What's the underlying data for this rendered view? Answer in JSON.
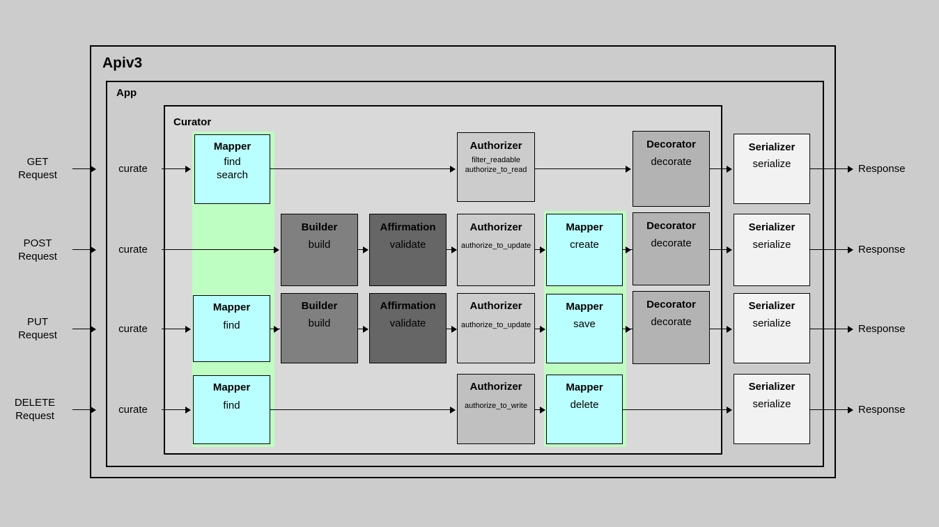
{
  "diagram": {
    "containers": [
      {
        "id": "apiv3",
        "label": "Apiv3"
      },
      {
        "id": "app",
        "label": "App"
      },
      {
        "id": "curator",
        "label": "Curator"
      }
    ],
    "colors": {
      "page_background": "#cccccc",
      "curator_background": "#d9d9d9",
      "highlight_band": "#bffec2",
      "mapper": "#baffff",
      "builder": "#808080",
      "affirmation": "#666666",
      "authorizer": "#cccccc",
      "authorizer_delete": "#c0c0c0",
      "decorator": "#b3b3b3",
      "serializer": "#f2f2f2",
      "stroke": "#000000"
    },
    "rows": [
      {
        "id": "get",
        "request_label": "GET\nRequest",
        "curate_label": "curate",
        "response_label": "Response",
        "nodes": [
          {
            "id": "get-mapper",
            "title": "Mapper",
            "sub": "find\nsearch"
          },
          {
            "id": "get-authorizer",
            "title": "Authorizer",
            "sub": "filter_readable\nauthorize_to_read"
          },
          {
            "id": "get-decorator",
            "title": "Decorator",
            "sub": "decorate"
          },
          {
            "id": "get-serializer",
            "title": "Serializer",
            "sub": "serialize"
          }
        ]
      },
      {
        "id": "post",
        "request_label": "POST\nRequest",
        "curate_label": "curate",
        "response_label": "Response",
        "nodes": [
          {
            "id": "post-builder",
            "title": "Builder",
            "sub": "build"
          },
          {
            "id": "post-affirmation",
            "title": "Affirmation",
            "sub": "validate"
          },
          {
            "id": "post-authorizer",
            "title": "Authorizer",
            "sub": "authorize_to_update"
          },
          {
            "id": "post-mapper",
            "title": "Mapper",
            "sub": "create"
          },
          {
            "id": "post-decorator",
            "title": "Decorator",
            "sub": "decorate"
          },
          {
            "id": "post-serializer",
            "title": "Serializer",
            "sub": "serialize"
          }
        ]
      },
      {
        "id": "put",
        "request_label": "PUT\nRequest",
        "curate_label": "curate",
        "response_label": "Response",
        "nodes": [
          {
            "id": "put-mapper-find",
            "title": "Mapper",
            "sub": "find"
          },
          {
            "id": "put-builder",
            "title": "Builder",
            "sub": "build"
          },
          {
            "id": "put-affirmation",
            "title": "Affirmation",
            "sub": "validate"
          },
          {
            "id": "put-authorizer",
            "title": "Authorizer",
            "sub": "authorize_to_update"
          },
          {
            "id": "put-mapper-save",
            "title": "Mapper",
            "sub": "save"
          },
          {
            "id": "put-decorator",
            "title": "Decorator",
            "sub": "decorate"
          },
          {
            "id": "put-serializer",
            "title": "Serializer",
            "sub": "serialize"
          }
        ]
      },
      {
        "id": "delete",
        "request_label": "DELETE\nRequest",
        "curate_label": "curate",
        "response_label": "Response",
        "nodes": [
          {
            "id": "delete-mapper-find",
            "title": "Mapper",
            "sub": "find"
          },
          {
            "id": "delete-authorizer",
            "title": "Authorizer",
            "sub": "authorize_to_write"
          },
          {
            "id": "delete-mapper-delete",
            "title": "Mapper",
            "sub": "delete"
          },
          {
            "id": "delete-serializer",
            "title": "Serializer",
            "sub": "serialize"
          }
        ]
      }
    ]
  }
}
